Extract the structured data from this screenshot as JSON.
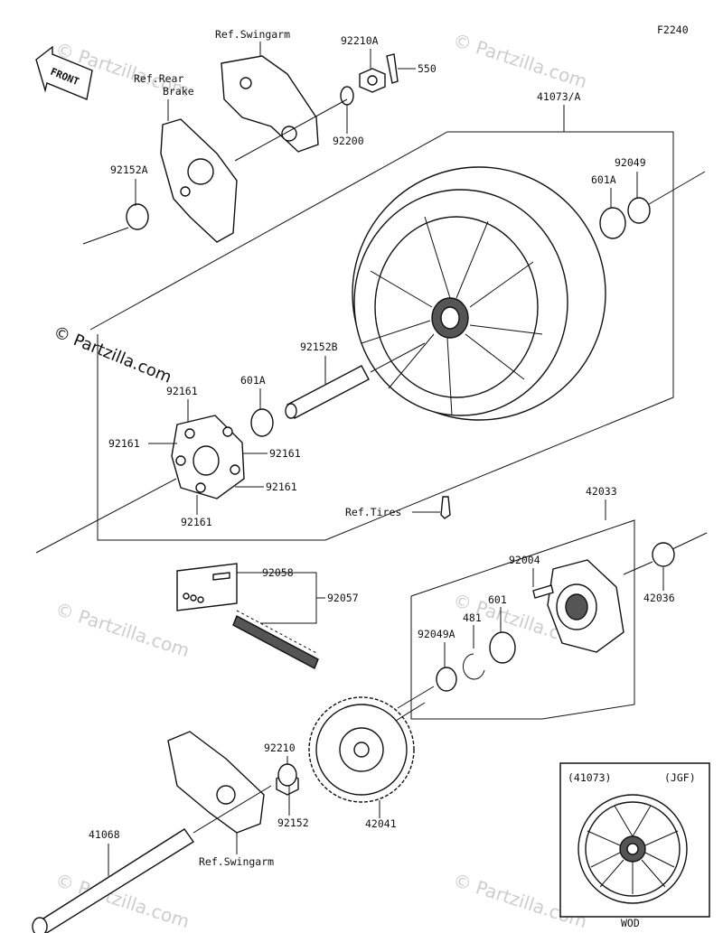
{
  "figure_code": "F2240",
  "front_marker": "FRONT",
  "copyright": "© Partzilla.com",
  "watermark": "© Partzilla.com",
  "labels": {
    "ref_swingarm_top": "Ref.Swingarm",
    "ref_rear": "Ref.Rear",
    "brake": "Brake",
    "p92210A": "92210A",
    "p550": "550",
    "p41073A": "41073/A",
    "p92200": "92200",
    "p92152A": "92152A",
    "p92049": "92049",
    "p601A_right": "601A",
    "p92152B": "92152B",
    "p601A_left": "601A",
    "p92161_top": "92161",
    "p92161_left": "92161",
    "p92161_right": "92161",
    "p92161_right2": "92161",
    "p92161_bottom": "92161",
    "ref_tires": "Ref.Tires",
    "p42033": "42033",
    "p92058": "92058",
    "p92057": "92057",
    "p92004": "92004",
    "p42036": "42036",
    "p481": "481",
    "p601": "601",
    "p92049A": "92049A",
    "p92210": "92210",
    "p92152": "92152",
    "p42041": "42041",
    "p41068": "41068",
    "ref_swingarm_bottom": "Ref.Swingarm"
  },
  "inset": {
    "part": "(41073)",
    "variant": "(JGF)",
    "color_code": "WOD"
  }
}
